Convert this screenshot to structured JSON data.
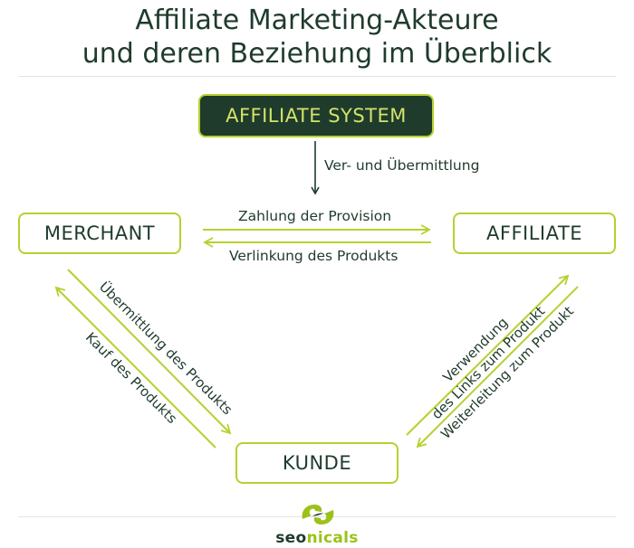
{
  "title": {
    "line1": "Affiliate Marketing-Akteure",
    "line2": "und deren Beziehung im Überblick"
  },
  "nodes": {
    "system": "AFFILIATE SYSTEM",
    "merchant": "MERCHANT",
    "affiliate": "AFFILIATE",
    "kunde": "KUNDE"
  },
  "edges": {
    "system_down": "Ver- und Übermittlung",
    "merchant_to_affiliate": "Zahlung der Provision",
    "affiliate_to_merchant": "Verlinkung des Produkts",
    "merchant_to_kunde": "Übermittlung des Produkts",
    "kunde_to_merchant": "Kauf des Produkts",
    "kunde_to_affiliate_line1": "Verwendung",
    "kunde_to_affiliate_line2": "des Links zum Produkt",
    "affiliate_to_kunde": "Weiterleitung zum Produkt"
  },
  "logo": {
    "part1": "seo",
    "part2": "nicals",
    "icon": "seonicals-s-logo-icon"
  },
  "colors": {
    "dark_green": "#1f3b2c",
    "lime": "#b5d12f",
    "lime_text": "#d3e36a"
  }
}
